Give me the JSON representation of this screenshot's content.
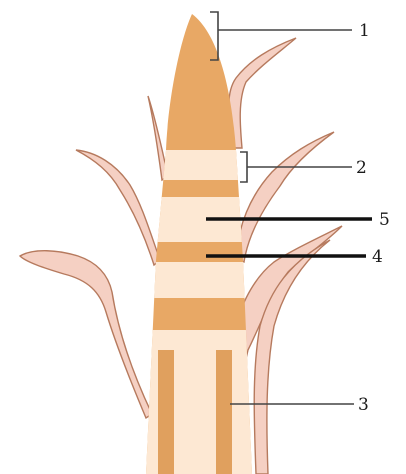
{
  "labels": {
    "l1": "1",
    "l2": "2",
    "l3": "3",
    "l4": "4",
    "l5": "5"
  },
  "colors": {
    "tissue_dark": "#e8a865",
    "tissue_light": "#fde8d3",
    "leaf_fill": "#f5d0c3",
    "leaf_edge": "#b67a5e",
    "vascular": "#e0a05e",
    "line": "#111111",
    "bracket": "#444444"
  }
}
